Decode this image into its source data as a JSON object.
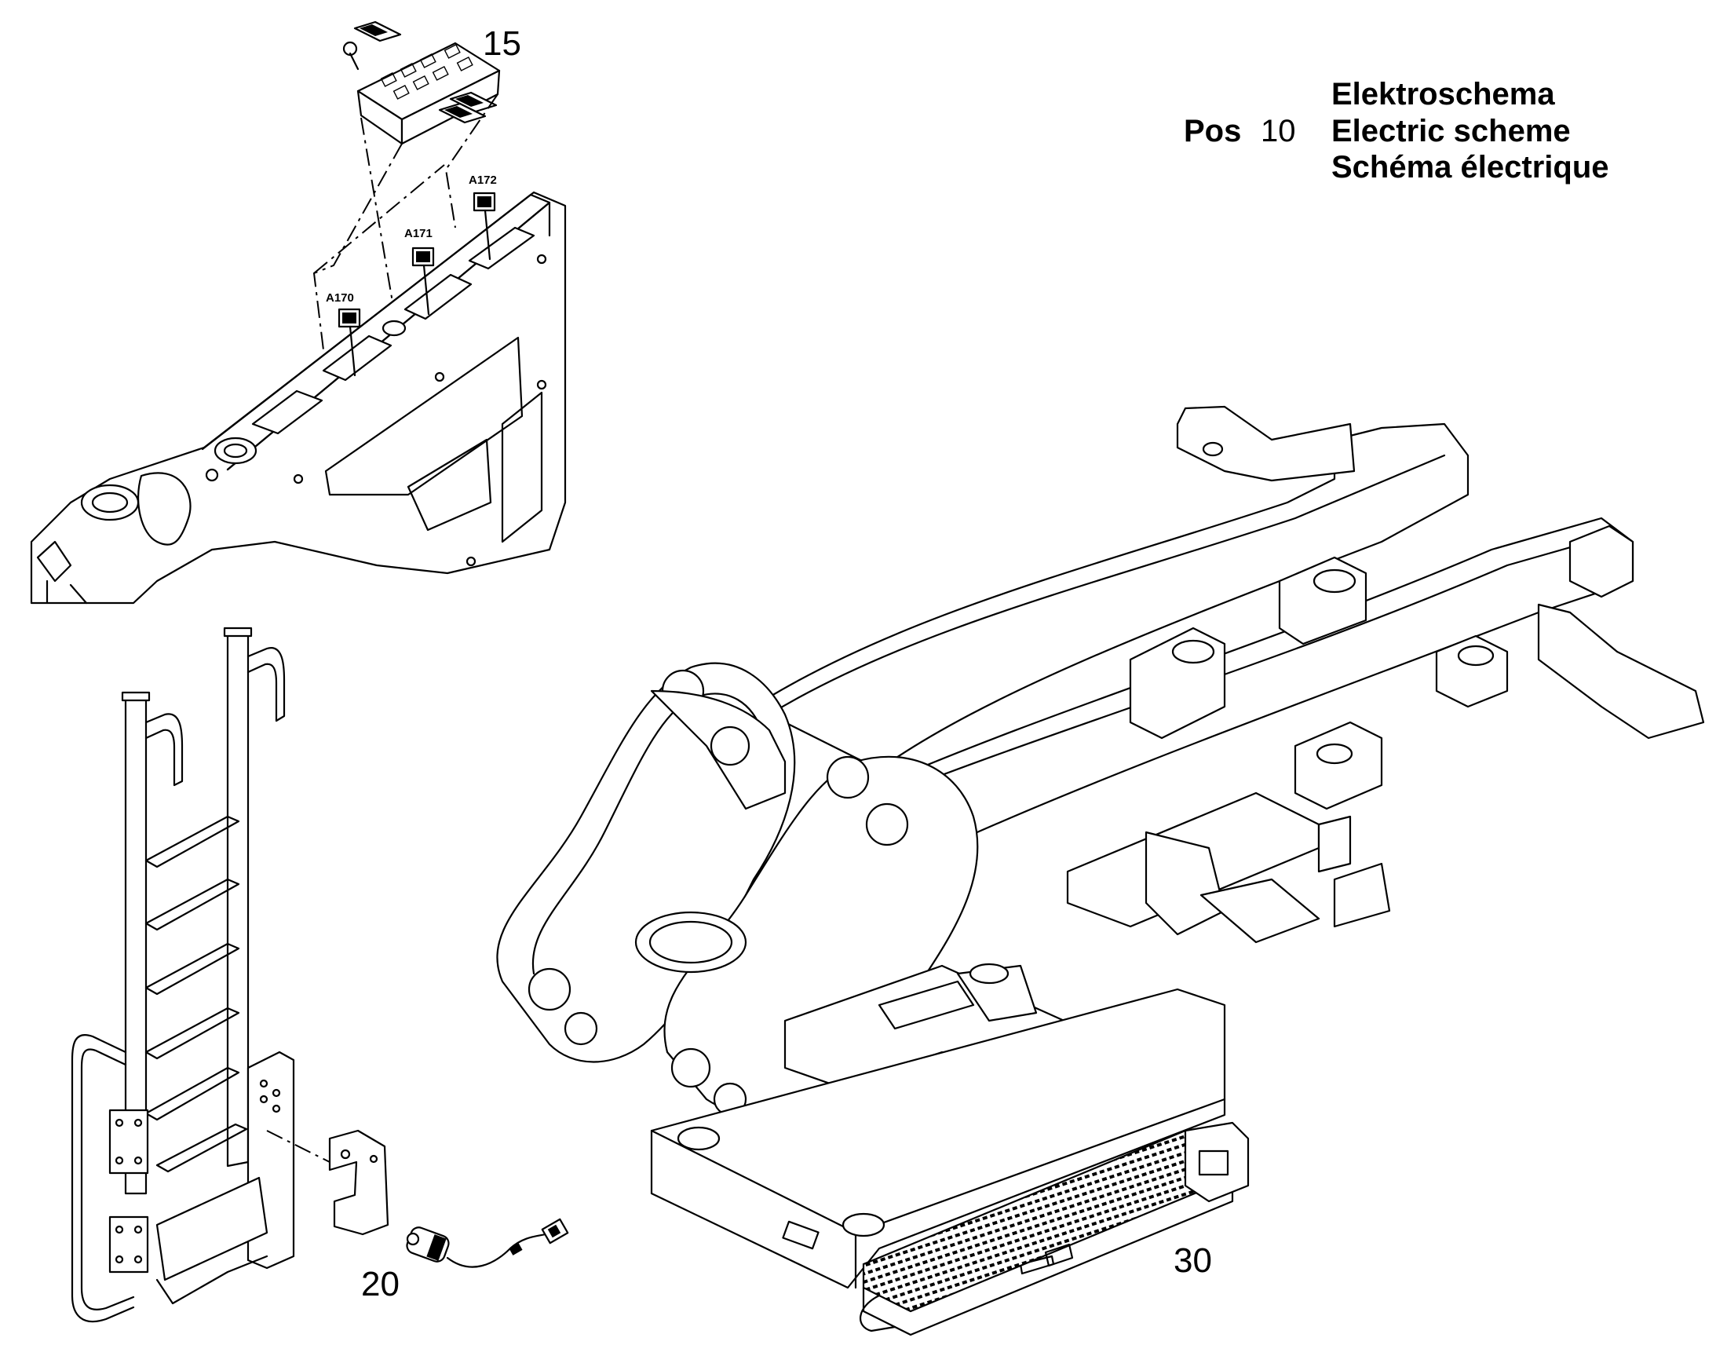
{
  "legend": {
    "pos_label": "Pos",
    "pos_number": "10",
    "lines": [
      "Elektroschema",
      "Electric scheme",
      "Schéma électrique"
    ]
  },
  "callouts": {
    "item_15": "15",
    "item_20": "20",
    "item_30": "30"
  },
  "connectors": {
    "a170": "A170",
    "a171": "A171",
    "a172": "A172"
  },
  "parts": [
    {
      "name": "switch-panel",
      "icon": "switch-panel-icon"
    },
    {
      "name": "frame-top-section",
      "icon": "frame-section-icon"
    },
    {
      "name": "access-ladder",
      "icon": "ladder-icon"
    },
    {
      "name": "bracket",
      "icon": "bracket-icon"
    },
    {
      "name": "sensor-switch",
      "icon": "sensor-icon"
    },
    {
      "name": "chassis-frame",
      "icon": "chassis-icon"
    },
    {
      "name": "step-grating",
      "icon": "grating-icon"
    }
  ]
}
